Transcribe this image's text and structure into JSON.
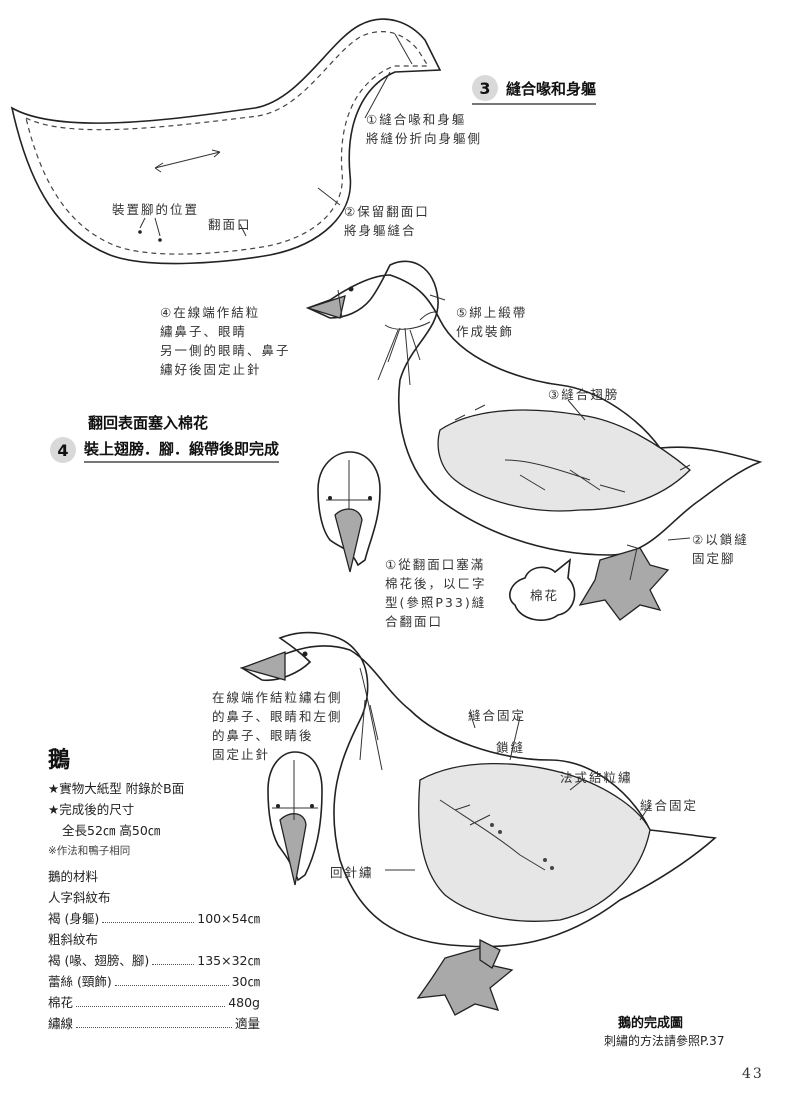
{
  "step3": {
    "number": "3",
    "title": "縫合喙和身軀"
  },
  "step4": {
    "number": "4",
    "line1": "翻回表面塞入棉花",
    "line2": "裝上翅膀．腳．緞帶後即完成"
  },
  "notes": {
    "n1a": "①縫合喙和身軀",
    "n1b": "將縫份折向身軀側",
    "n2a": "②保留翻面口",
    "n2b": "將身軀縫合",
    "leg_pos": "裝置腳的位置",
    "turn_hole": "翻面口",
    "n4a": "④在線端作結粒",
    "n4b": "繡鼻子、眼睛",
    "n4c": "另一側的眼睛、鼻子",
    "n4d": "繡好後固定止針",
    "n5a": "⑤綁上緞帶",
    "n5b": "作成裝飾",
    "n3": "③縫合翅膀",
    "n2f_a": "②以鎖縫",
    "n2f_b": "固定腳",
    "n1f_a": "①從翻面口塞滿",
    "n1f_b": "棉花後，以ㄈ字",
    "n1f_c": "型(參照P33)縫",
    "n1f_d": "合翻面口",
    "cotton": "棉花",
    "bot_a": "在線端作結粒繡右側",
    "bot_b": "的鼻子、眼睛和左側",
    "bot_c": "的鼻子、眼睛後",
    "bot_d": "固定止針",
    "sew_fix1": "縫合固定",
    "chain": "鎖縫",
    "french": "法式結粒繡",
    "sew_fix2": "縫合固定",
    "back": "回針繡"
  },
  "info": {
    "title": "鵝",
    "l1": "★實物大紙型 附錄於B面",
    "l2": "★完成後的尺寸",
    "l3": "全長52㎝ 高50㎝",
    "l4": "※作法和鴨子相同"
  },
  "materials": {
    "heading": "鵝的材料",
    "g1": "人字斜紋布",
    "r1": {
      "label": "褐 (身軀)",
      "value": "100×54㎝"
    },
    "g2": "粗斜紋布",
    "r2": {
      "label": "褐 (喙、翅膀、腳)",
      "value": "135×32㎝"
    },
    "r3": {
      "label": "蕾絲 (頸飾)",
      "value": "30㎝"
    },
    "r4": {
      "label": "棉花",
      "value": "480g"
    },
    "r5": {
      "label": "繡線",
      "value": "適量"
    }
  },
  "caption": {
    "title": "鵝的完成圖",
    "sub": "刺繡的方法請參照P.37"
  },
  "page_number": "43",
  "colors": {
    "badge": "#d9d9d9",
    "line": "#222222",
    "gray_fill": "#a9a9a9"
  }
}
